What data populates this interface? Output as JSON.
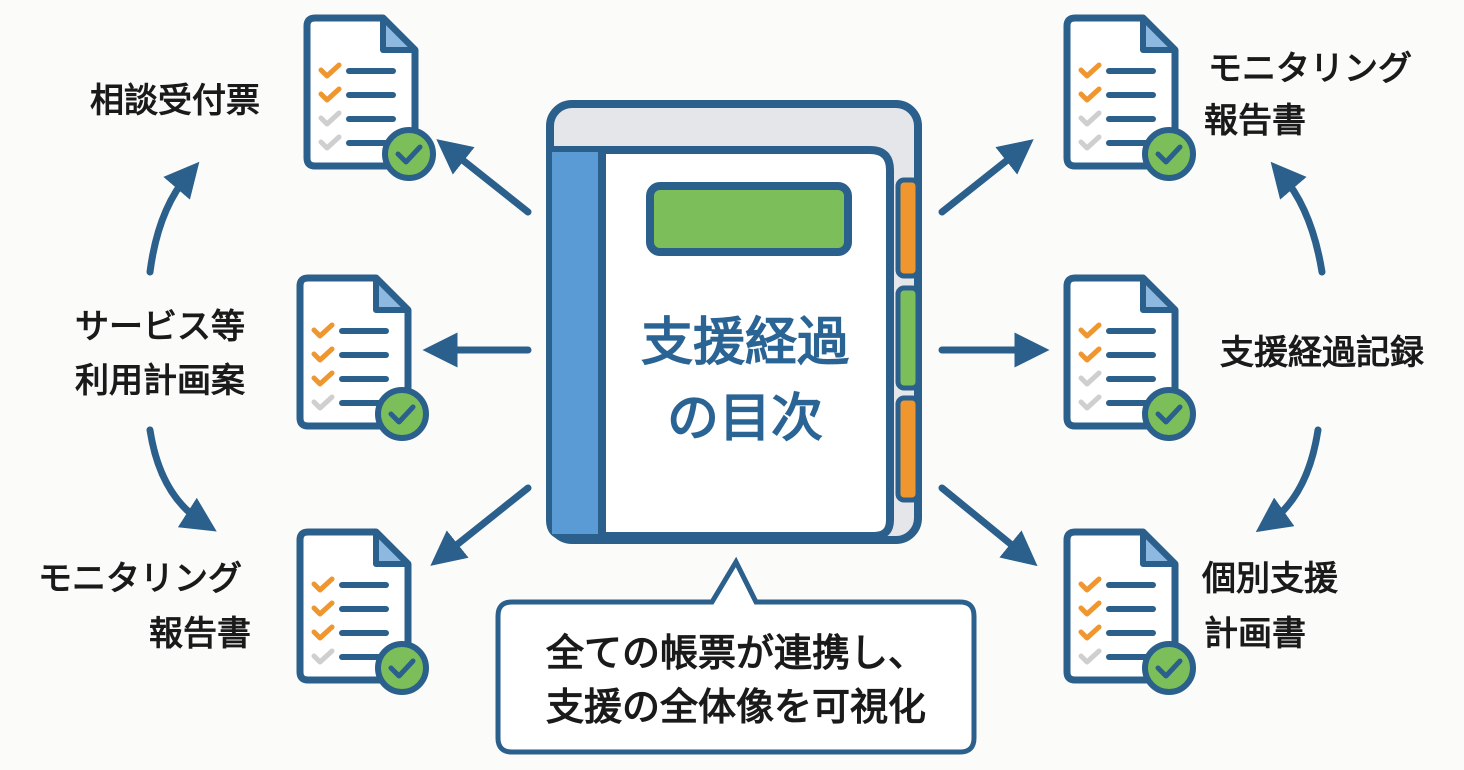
{
  "center_book": {
    "title_line1": "支援経過",
    "title_line2": "の目次"
  },
  "callout": {
    "line1": "全ての帳票が連携し、",
    "line2": "支援の全体像を可視化"
  },
  "documents": {
    "left_top": {
      "label1": "相談受付票",
      "label2": "",
      "checks": [
        "orange",
        "orange",
        "gray",
        "gray"
      ]
    },
    "left_middle": {
      "label1": "サービス等",
      "label2": "利用計画案",
      "checks": [
        "orange",
        "orange",
        "orange",
        "gray"
      ]
    },
    "left_bottom": {
      "label1": "モニタリング",
      "label2": "報告書",
      "checks": [
        "orange",
        "orange",
        "orange",
        "gray"
      ]
    },
    "right_top": {
      "label1": "モニタリング",
      "label2": "報告書",
      "checks": [
        "orange",
        "orange",
        "gray",
        "gray"
      ]
    },
    "right_middle": {
      "label1": "支援経過記録",
      "label2": "",
      "checks": [
        "orange",
        "orange",
        "gray",
        "gray"
      ]
    },
    "right_bottom": {
      "label1": "個別支援",
      "label2": "計画書",
      "checks": [
        "orange",
        "orange",
        "orange",
        "gray"
      ]
    }
  },
  "colors": {
    "outline": "#2b5f8c",
    "spine": "#5b9bd5",
    "green": "#7cbf5a",
    "orange": "#f0962e",
    "gray": "#cfcfcf",
    "page": "#ffffff",
    "cover_top": "#e4e6ea"
  }
}
